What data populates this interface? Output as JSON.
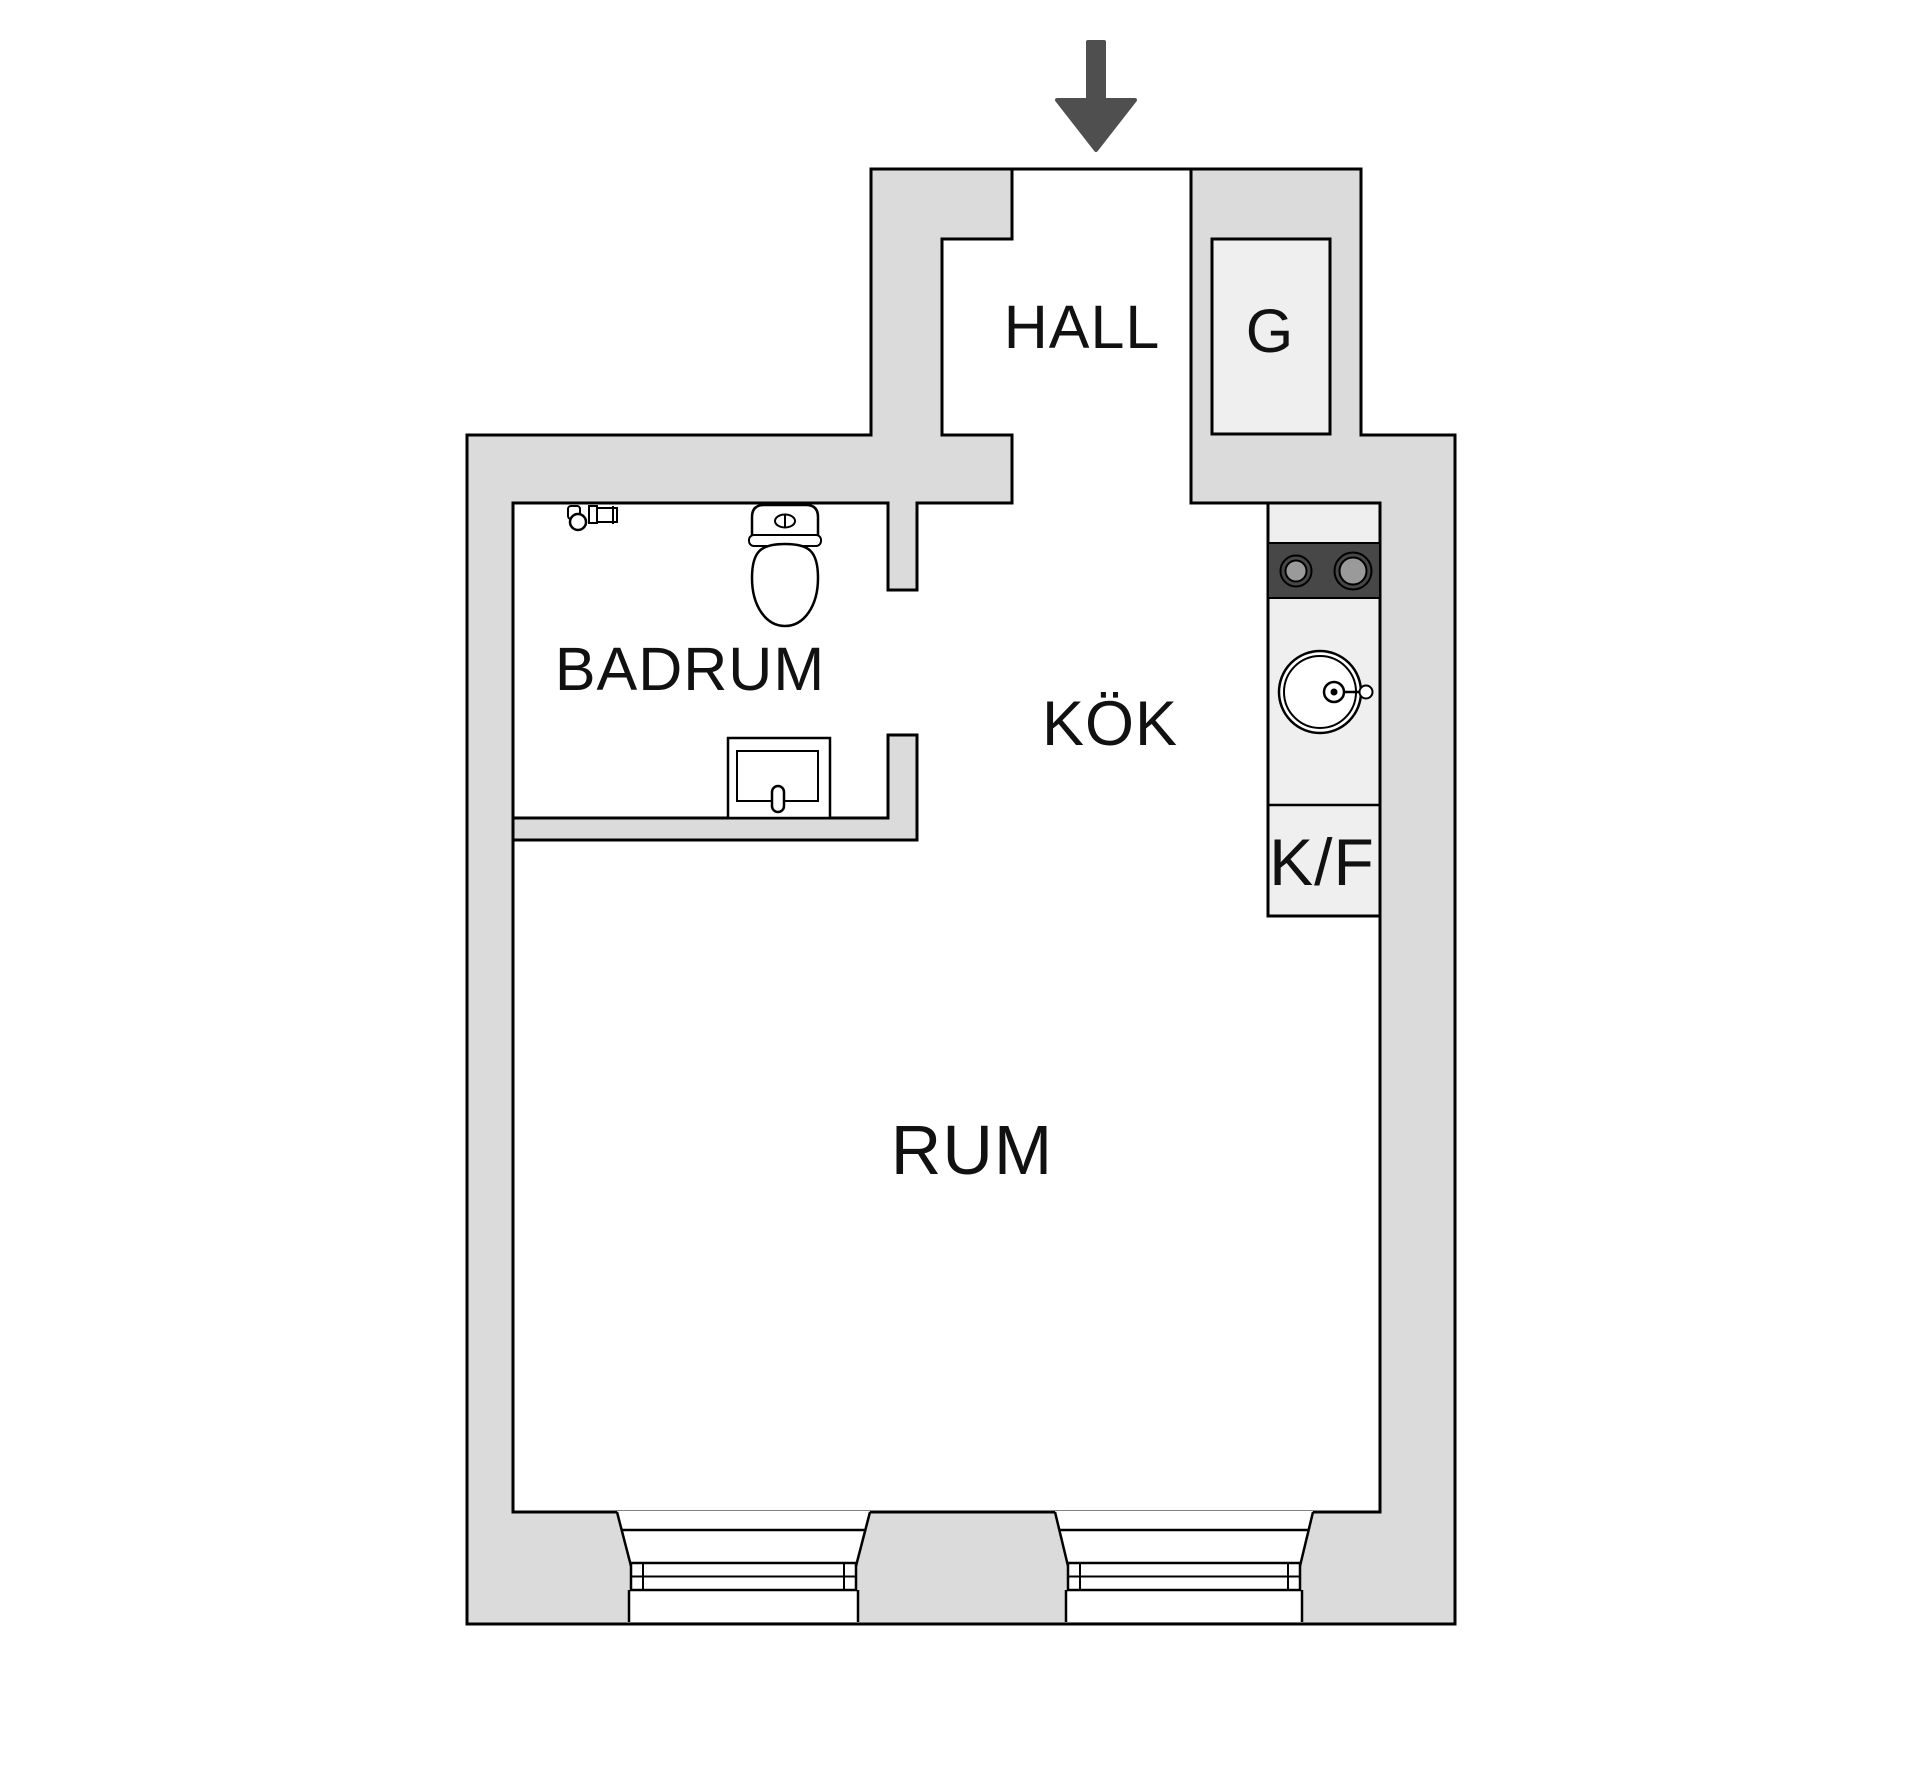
{
  "colors": {
    "bg": "#ffffff",
    "wall": "#dbdbdb",
    "cabinet": "#efefef",
    "stove": "#474747",
    "burner": "#9a9a9a",
    "arrow": "#4f4f4f",
    "line": "#000000",
    "text": "#111111"
  },
  "labels": {
    "hall": "HALL",
    "wardrobe": "G",
    "bathroom": "BADRUM",
    "kitchen": "KÖK",
    "fridge_freezer": "K/F",
    "room": "RUM"
  }
}
